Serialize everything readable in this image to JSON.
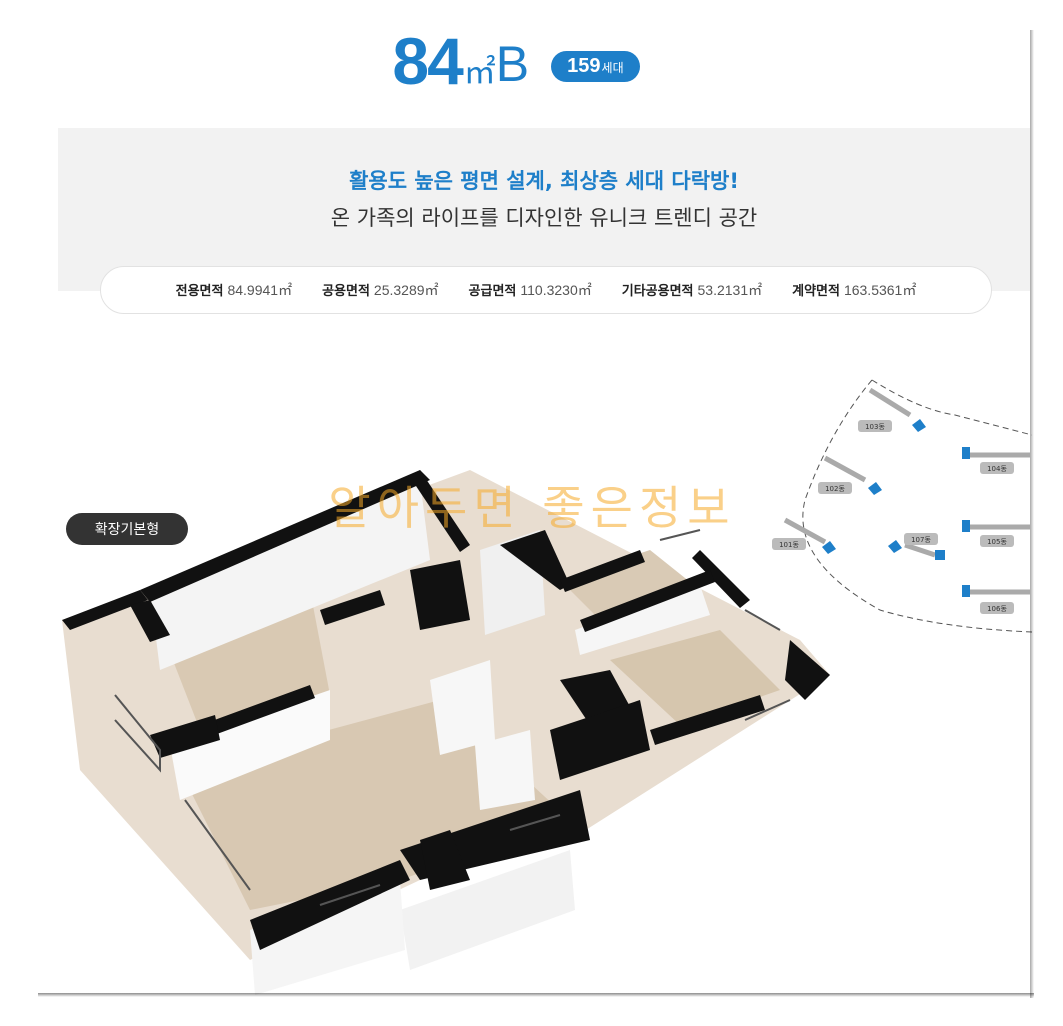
{
  "unit_type": {
    "area_number": "84",
    "area_unit": "㎡",
    "type_letter": "B",
    "units_count": "159",
    "units_suffix": "세대"
  },
  "headline": "활용도 높은 평면 설계, 최상층 세대 다락방!",
  "subline": "온 가족의 라이프를 디자인한 유니크 트렌디 공간",
  "specs": [
    {
      "label": "전용면적",
      "value": "84.9941㎡"
    },
    {
      "label": "공용면적",
      "value": "25.3289㎡"
    },
    {
      "label": "공급면적",
      "value": "110.3230㎡"
    },
    {
      "label": "기타공용면적",
      "value": "53.2131㎡"
    },
    {
      "label": "계약면적",
      "value": "163.5361㎡"
    }
  ],
  "plan_type_badge": "확장기본형",
  "watermark": "알아두면 좋은정보",
  "site_plan": {
    "buildings": [
      "103동",
      "104동",
      "102동",
      "101동",
      "107동",
      "105동",
      "106동"
    ],
    "highlight_color": "#1e7fc9"
  },
  "colors": {
    "accent": "#1e7fc9",
    "panel": "#f2f2f2",
    "badge_dark": "#333333"
  }
}
